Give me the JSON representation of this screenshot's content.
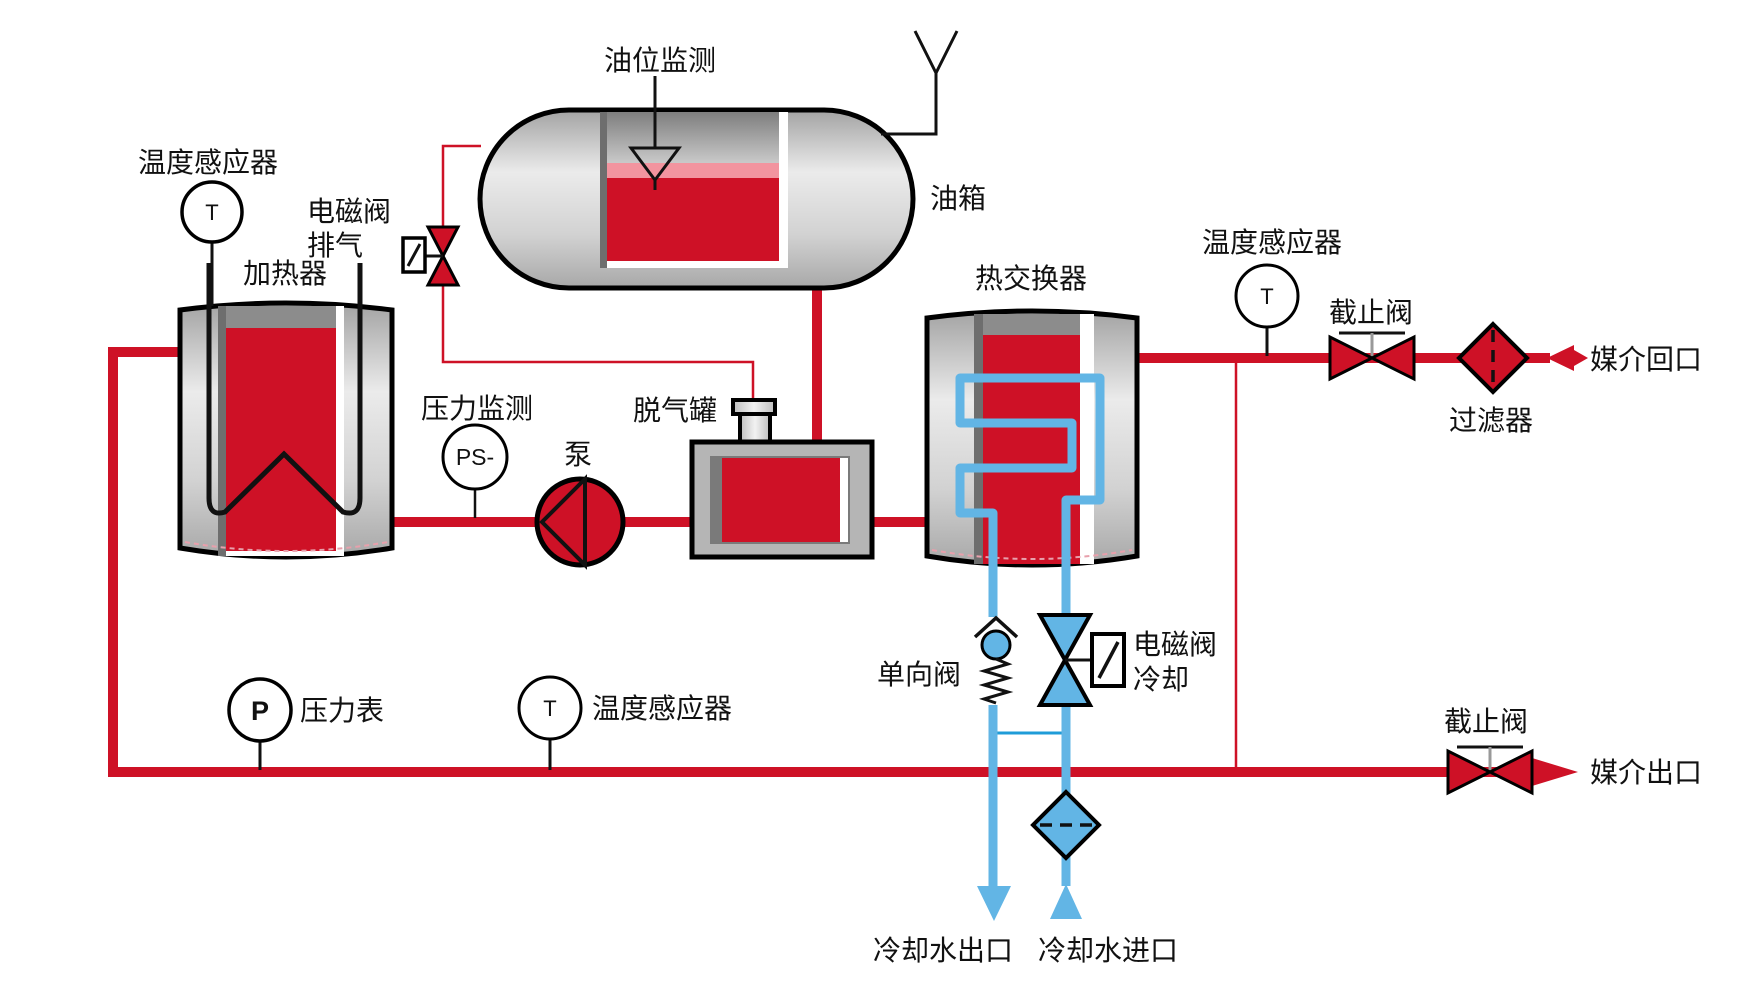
{
  "diagram": {
    "type": "process-flow-diagram",
    "system": "oil temperature control unit piping schematic"
  },
  "colors": {
    "pipe_red": "#CE1126",
    "liquid_pink": "#F2949F",
    "water_blue": "#62B5E5",
    "connector_blue": "#1F9CD8",
    "vessel_gray": "#B5B5B5",
    "band_gray": "#8C8C8C"
  },
  "labels": {
    "temp_sensor_top": "温度感应器",
    "heater": "加热器",
    "solenoid_exhaust_1": "电磁阀",
    "solenoid_exhaust_2": "排气",
    "oil_level_monitor": "油位监测",
    "oil_tank": "油箱",
    "pressure_monitor": "压力监测",
    "pump": "泵",
    "degassing_tank": "脱气罐",
    "heat_exchanger": "热交换器",
    "temp_sensor_right": "温度感应器",
    "stop_valve_top": "截止阀",
    "filter": "过滤器",
    "medium_return": "媒介回口",
    "check_valve": "单向阀",
    "solenoid_cooling_1": "电磁阀",
    "solenoid_cooling_2": "冷却",
    "pressure_gauge": "压力表",
    "temp_sensor_bottom": "温度感应器",
    "stop_valve_bottom": "截止阀",
    "medium_outlet": "媒介出口",
    "cooling_water_outlet": "冷却水出口",
    "cooling_water_inlet": "冷却水进口"
  },
  "gauge_letters": {
    "temperature": "T",
    "pressure": "P",
    "pressure_switch": "PS-"
  }
}
